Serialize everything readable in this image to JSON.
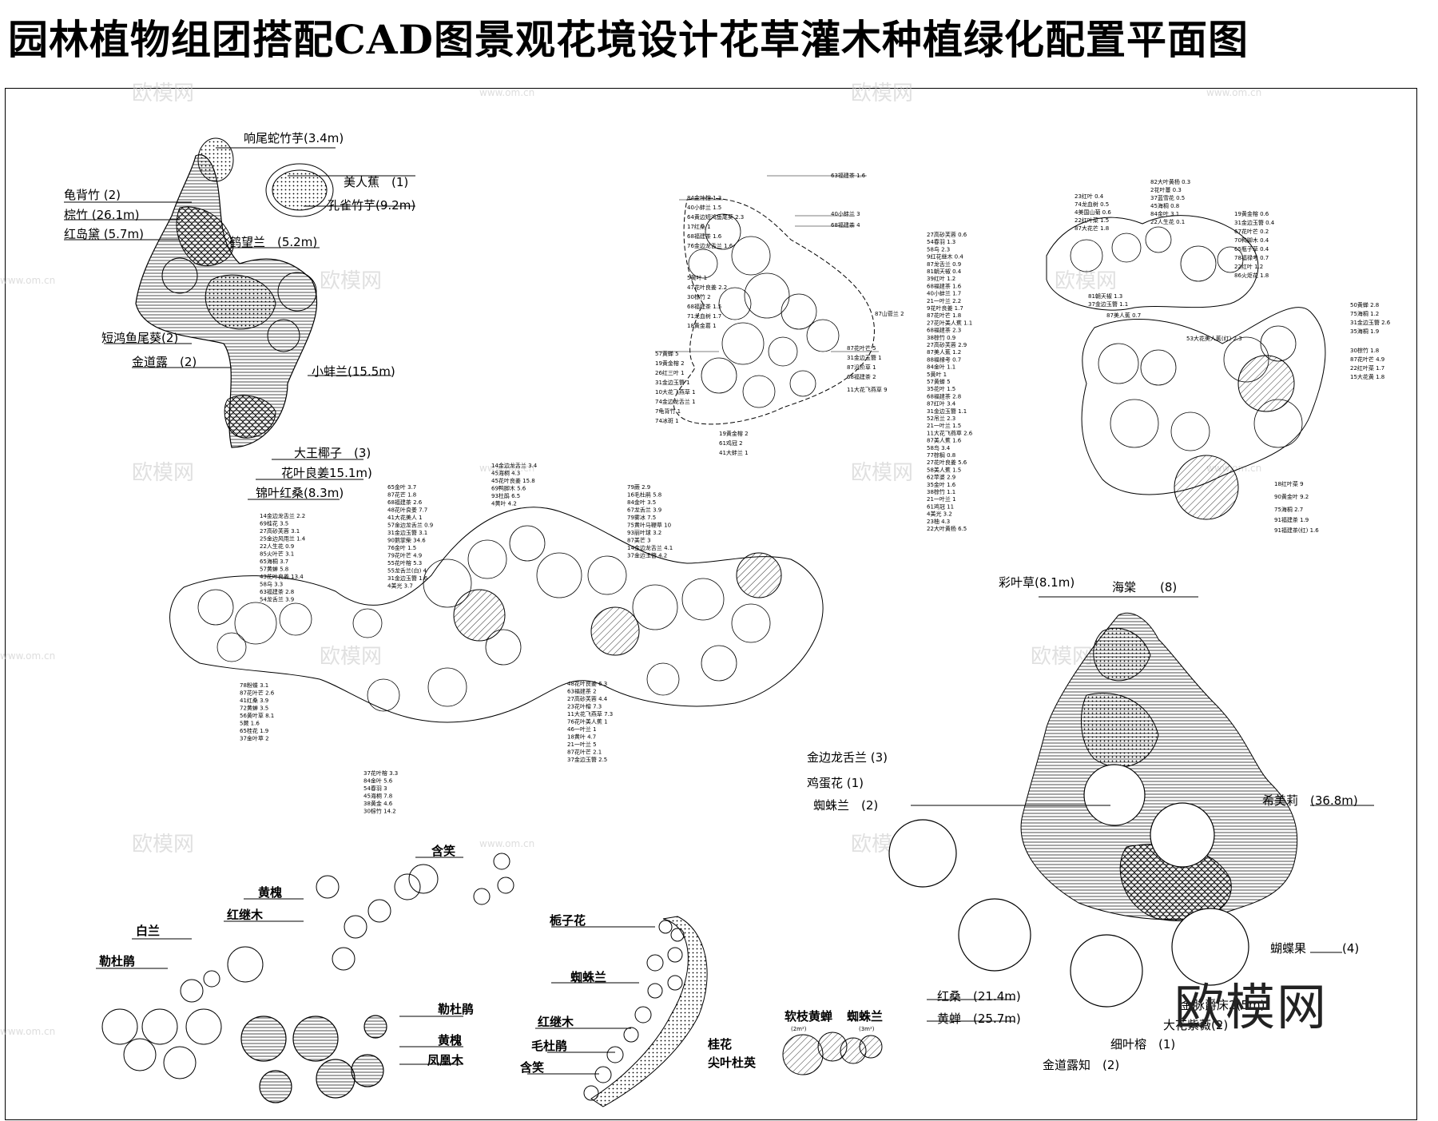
{
  "title": "园林植物组团搭配CAD图景观花境设计花草灌木种植绿化配置平面图",
  "watermarks": {
    "brand": "欧模网",
    "site": "www.om.cn",
    "logo": "欧模网"
  },
  "group_a": {
    "labels": [
      "响尾蛇竹芋(3.4m)",
      "美人蕉　(1)",
      "孔雀竹芋(9.2m)",
      "龟背竹 (2)",
      "棕竹 (26.1m)",
      "红岛黛 (5.7m)",
      "鹤望兰　(5.2m)",
      "短鸿鱼尾葵(2)",
      "金道露　(2)",
      "小蚌兰(15.5m)",
      "大王椰子　(3)",
      "花叶良姜15.1m)",
      "锦叶红桑(8.3m)"
    ]
  },
  "group_b": {
    "labels": [
      "63福建茶 1.6",
      "84金叶榕 1.3",
      "40小蚌兰 1.5",
      "64黄边短鸿鱼尾葵 2.3",
      "17红桑 1",
      "68福建茶 1.6",
      "76金边龙舌兰 1.6",
      "40小蚌兰 3",
      "68福建茶 4",
      "5黄叶 1",
      "47花叶良姜 2.2",
      "30棕竹 2",
      "68福建茶 1.5",
      "71龙血树 1.7",
      "18黄金葛 1",
      "87山菅兰 2",
      "57黄蝉 5",
      "19黄金榕 2",
      "26红三叶 1",
      "31金边玉簪 1",
      "10大花飞燕草 1",
      "74金边龙舌兰 1",
      "7龟背竹 1",
      "74冰斑 1",
      "87花叶芒 5",
      "31金边玉簪 1",
      "87沿阶草 1",
      "68福建茶 2",
      "11大花飞燕草 9",
      "19黄金榕 2",
      "61鸡冠 2",
      "41大蚌兰 1"
    ]
  },
  "group_c": {
    "labels_top": [
      "82大叶黄杨 0.3",
      "23红叶 0.4",
      "2花叶蔓 0.3",
      "37蓝雪花 0.5",
      "74龙血树 0.5",
      "45海桐 0.8",
      "4美国山菊 0.6",
      "84金叶 3.1",
      "22红叶菜 1.5",
      "22人生花 0.1",
      "87大花芒 1.8",
      "19黄金榕 0.6",
      "31金边玉簪 0.4",
      "67花叶芒 0.2",
      "70鸭脚木 0.4",
      "65瓶子草 0.4",
      "78福禄考 0.7",
      "22红叶 1.2",
      "86火炬花 1.8"
    ],
    "labels_left": [
      "27高砂芙蓉 0.6",
      "54春羽 1.3",
      "58鸟 2.3",
      "9红花继木 0.4",
      "87龙舌兰 0.9",
      "81朝天椒 0.4",
      "39红叶 1.2",
      "68福建茶 1.6",
      "40小蚌兰 1.7",
      "21一叶兰 2.2",
      "9花叶良姜 1.7",
      "87花叶芒 1.8",
      "27花叶美人蕉 1.1",
      "68福建茶 2.3",
      "38棕竹 0.9",
      "27高砂芙蓉 2.9",
      "87美人蕉 1.2",
      "88福禄考 0.7",
      "84金叶 1.1",
      "5黄叶 1",
      "57黄蝉 5",
      "35花叶 1.5",
      "68福建茶 2.8",
      "87红叶 3.4",
      "31金边玉簪 1.1",
      "52吊兰 2.3",
      "21一叶兰 1.5",
      "11大花飞燕草 2.6",
      "87美人蕉 1.6",
      "58鸟 3.4",
      "77棕榈 0.8",
      "27花叶良姜 5.6",
      "58美人蕉 1.5",
      "62苹婆 2.9",
      "35金叶 1.6",
      "38棕竹 1.1",
      "21一叶兰 1",
      "61鸡冠 11",
      "4美光 3.2",
      "23柚 4.3",
      "22大叶黄杨 6.5"
    ],
    "labels_right": [
      "50黄蝉 2.8",
      "75海桐 1.2",
      "31金边玉簪 2.6",
      "35海桐 1.9",
      "30棕竹 1.8",
      "87花叶芒 4.9",
      "22红叶菜 1.7",
      "15大花黄 1.8",
      "18红叶菜 9",
      "90黄金叶 9.2",
      "75海桐 2.7",
      "91福建茶 1.9",
      "91福建茶(红) 1.6"
    ],
    "labels_mid": [
      "87美人蕉 0.7",
      "53大花美人蕉(红) 2.3",
      "81朝天椒 1.3",
      "37金边玉簪 1.1"
    ]
  },
  "group_d": {
    "labels": [
      "14金边龙舌兰 2.2",
      "69桂花 3.5",
      "27高砂芙蓉 3.1",
      "25金边风雨兰 1.4",
      "22人生花 0.9",
      "85火叶芒 3.1",
      "65海桐 3.7",
      "57黄蝉 5.8",
      "43花叶良姜 13.4",
      "58乌 3.3",
      "63福建茶 2.8",
      "54龙舌兰 3.9",
      "65金叶 3.7",
      "87花芒 1.8",
      "68福建茶 2.6",
      "48花叶良姜 7.7",
      "41大花美人 1",
      "57金边龙舌兰 0.9",
      "31金边玉簪 3.1",
      "90鹅掌柴 34.6",
      "76金叶 1.5",
      "79花叶芒 4.9",
      "55花叶榕 5.3",
      "55龙舌兰(白) 4",
      "31金边玉簪 1.6",
      "4美光 3.7",
      "14金边龙舌兰 3.4",
      "45海桐 4.3",
      "45花叶良姜 15.8",
      "69鸭脚木 5.6",
      "93杜鹃 6.5",
      "4黄叶 4.2",
      "79蕨 2.9",
      "16毛杜鹃 5.8",
      "84金叶 3.5",
      "67龙舌兰 3.9",
      "79雾冰 7.5",
      "75黄叶马鞭草 10",
      "93丽叶球 3.2",
      "87美芒 3",
      "14金边龙舌兰 4.1",
      "37金边玉簪 4.2",
      "78粉蝶 3.1",
      "87花叶芒 2.6",
      "41红桑 3.9",
      "72黄蝉 3.5",
      "56黄叶草 8.1",
      "5蕨 1.6",
      "65桂花 1.9",
      "37金叶草 2",
      "37花叶榕 3.3",
      "84金叶 5.6",
      "54春羽 3",
      "45海桐 7.8",
      "38黄金 4.6",
      "30棕竹 14.2",
      "48花叶良姜 6.3",
      "63福建茶 2",
      "27高砂芙蓉 4.4",
      "23花叶榕 7.3",
      "11大花飞燕草 7.3",
      "76花叶美人蕉 1",
      "46一叶兰 1",
      "18黄叶 4.7",
      "21一叶兰 5",
      "87花叶芒 2.1",
      "37金边玉簪 2.5"
    ]
  },
  "group_e": {
    "labels": [
      "彩叶草(8.1m)",
      "海棠　　(8)",
      "金边龙舌兰 (3)",
      "鸡蛋花 (1)",
      "蜘蛛兰　(2)",
      "希美莉　(36.8m)",
      "蝴蝶果　　　(4)",
      "红桑　(21.4m)",
      "黄蝉　(25.7m)",
      "金脉爵床2(5m)",
      "大花紫薇(2)",
      "细叶榕　(1)",
      "金道露知　(2)"
    ]
  },
  "legend_trees": {
    "labels": [
      "含笑",
      "黄槐",
      "红继木",
      "白兰",
      "勒杜鹃",
      "勒杜鹃",
      "黄槐",
      "凤凰木"
    ]
  },
  "legend_arc": {
    "labels": [
      "栀子花",
      "蜘蛛兰",
      "红继木",
      "毛杜鹃",
      "含笑"
    ]
  },
  "legend_shrub": {
    "labels": [
      "软枝黄蝉",
      "蜘蛛兰",
      "(2m²)",
      "(3m²)",
      "桂花",
      "尖叶杜英"
    ]
  }
}
